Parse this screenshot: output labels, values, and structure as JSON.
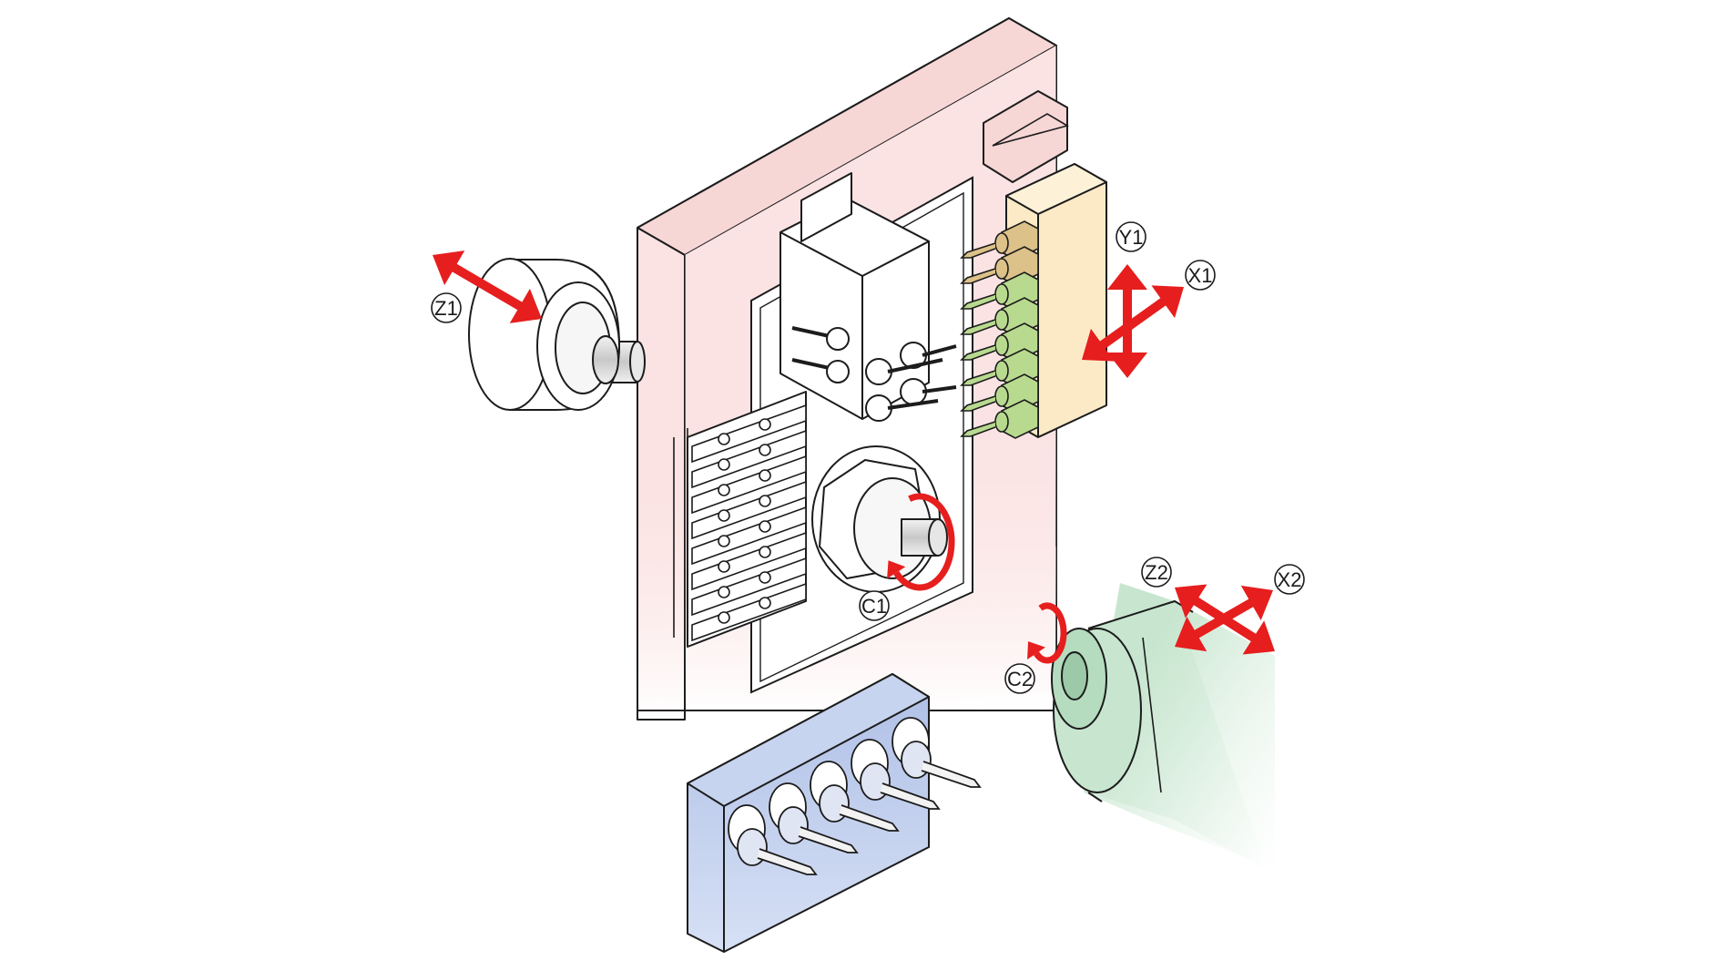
{
  "colors": {
    "frame": "#fbe3e3",
    "frame_edge": "#f6d3d3",
    "gang_yellow": "#fbeac5",
    "holder_tan": "#dcc189",
    "holder_green": "#b8da8f",
    "sub_green": "#c8e6cf",
    "tool_block_blue": "#b7c8ea",
    "arrow_red": "#e61e1e",
    "line": "#1c1c1c"
  },
  "axes": [
    {
      "id": "z1",
      "label": "Z1",
      "motion": "linear"
    },
    {
      "id": "y1",
      "label": "Y1",
      "motion": "linear"
    },
    {
      "id": "x1",
      "label": "X1",
      "motion": "linear"
    },
    {
      "id": "c1",
      "label": "C1",
      "motion": "rotary"
    },
    {
      "id": "z2",
      "label": "Z2",
      "motion": "linear"
    },
    {
      "id": "x2",
      "label": "X2",
      "motion": "linear"
    },
    {
      "id": "c2",
      "label": "C2",
      "motion": "rotary"
    }
  ],
  "icons": {
    "spindle": "main-spindle-icon",
    "guide_bushing": "guide-bushing-icon",
    "gang_tool_post": "gang-tool-post-icon",
    "turret": "cross-drill-unit-icon",
    "sub_spindle": "sub-spindle-icon",
    "back_tool_post": "back-tool-post-icon"
  }
}
